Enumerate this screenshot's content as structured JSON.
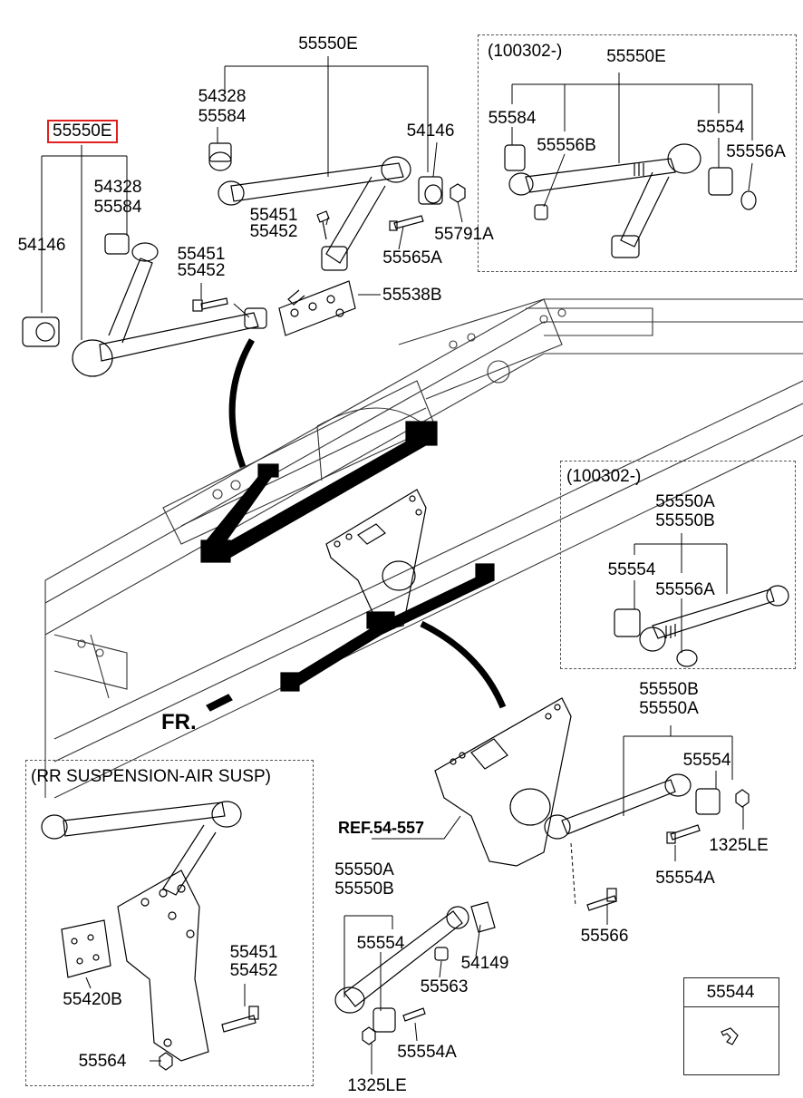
{
  "main_callout": {
    "top": "55550E",
    "bushing_a": "54328",
    "bushing_b": "55584",
    "bushing_c": "54146",
    "plate": "55538B",
    "bolt_a": "55451",
    "bolt_b": "55452",
    "bolt_c": "55565A",
    "nut": "55791A"
  },
  "highlighted_part": "55550E",
  "left_callout": {
    "a": "54328",
    "b": "55584",
    "c": "54146",
    "d": "55451",
    "e": "55452"
  },
  "inset_top": {
    "header": "(100302-)",
    "assy": "55550E",
    "p1": "55584",
    "p2": "55556B",
    "p3": "55554",
    "p4": "55556A"
  },
  "inset_mid": {
    "header": "(100302-)",
    "assy_a": "55550A",
    "assy_b": "55550B",
    "p1": "55554",
    "p2": "55556A"
  },
  "front_label": "FR.",
  "ref_label": "REF.54-557",
  "right_lower": {
    "assy_b": "55550B",
    "assy_a": "55550A",
    "p1": "55554",
    "p2": "1325LE",
    "p3": "55554A",
    "p4": "55566"
  },
  "bottom_mid": {
    "assy_a": "55550A",
    "assy_b": "55550B",
    "p1": "55554",
    "p2": "54149",
    "p3": "55563",
    "p4": "55554A",
    "p5": "1325LE"
  },
  "air_susp": {
    "header": "(RR SUSPENSION-AIR SUSP)",
    "p1": "55420B",
    "p2": "55451",
    "p3": "55452",
    "p4": "55564"
  },
  "legend_box": {
    "part": "55544"
  }
}
